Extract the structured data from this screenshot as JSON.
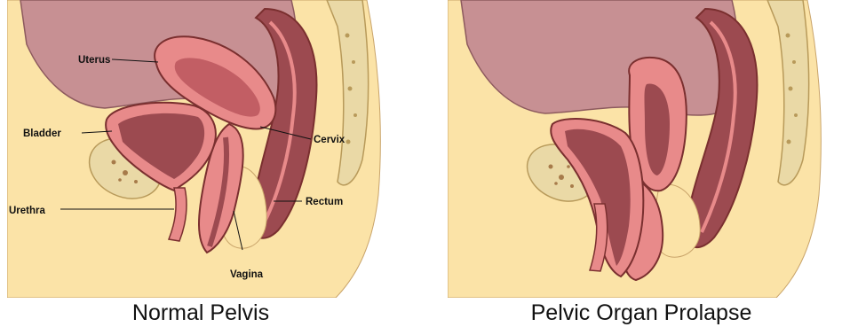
{
  "panels": [
    {
      "caption": "Normal Pelvis",
      "labels": {
        "uterus": "Uterus",
        "bladder": "Bladder",
        "urethra": "Urethra",
        "vagina": "Vagina",
        "cervix": "Cervix",
        "rectum": "Rectum"
      }
    },
    {
      "caption": "Pelvic Organ Prolapse"
    }
  ],
  "colors": {
    "skin": "#fbe3a7",
    "outline": "#7a2f2f",
    "tissue_pink": "#e88a8a",
    "tissue_dark": "#9c4a50",
    "cavity": "#c79093",
    "bone": "#ead9a6"
  }
}
